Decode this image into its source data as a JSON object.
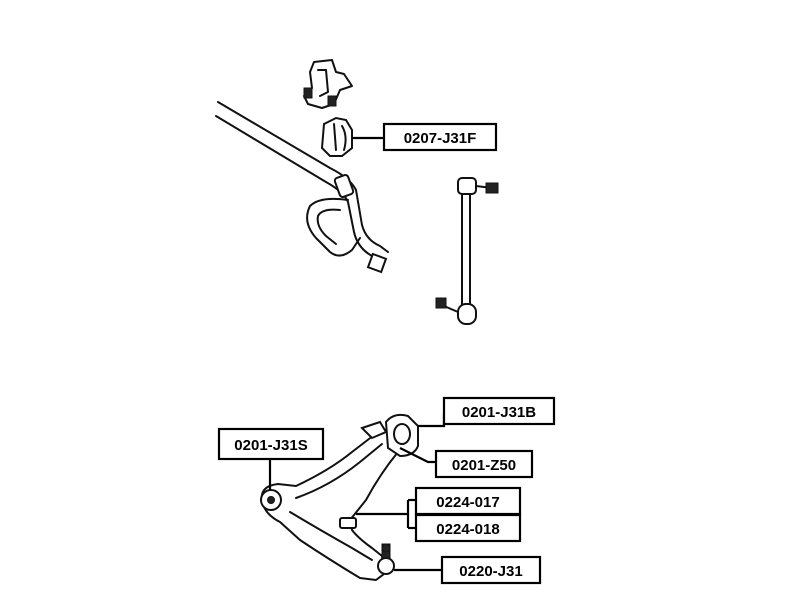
{
  "labels": {
    "stabilizer_bushing": "0207-J31F",
    "lower_arm_rear_bushing": "0201-J31B",
    "lower_arm_front_bushing": "0201-J31S",
    "lower_arm_mount_bushing": "0201-Z50",
    "arm_bolt_a": "0224-017",
    "arm_bolt_b": "0224-018",
    "ball_joint": "0220-J31"
  }
}
